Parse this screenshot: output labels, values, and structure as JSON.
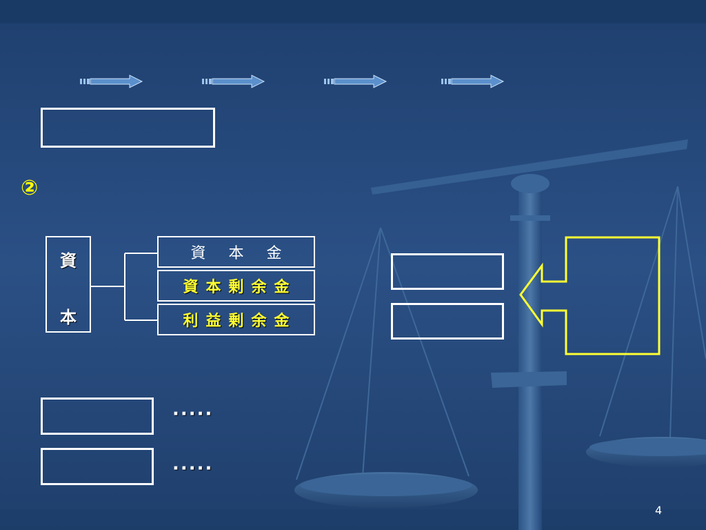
{
  "slide": {
    "circled_number": "②",
    "capital": {
      "line1": "資",
      "line2": "本"
    },
    "items": [
      {
        "label": "資本金"
      },
      {
        "label": "資本剰余金"
      },
      {
        "label": "利益剰余金"
      }
    ],
    "ellipsis_1": "·····",
    "ellipsis_2": "·····",
    "page_number": "4"
  },
  "colors": {
    "background": "#27497a",
    "highlight": "#ffff33",
    "border": "#ffffff"
  }
}
